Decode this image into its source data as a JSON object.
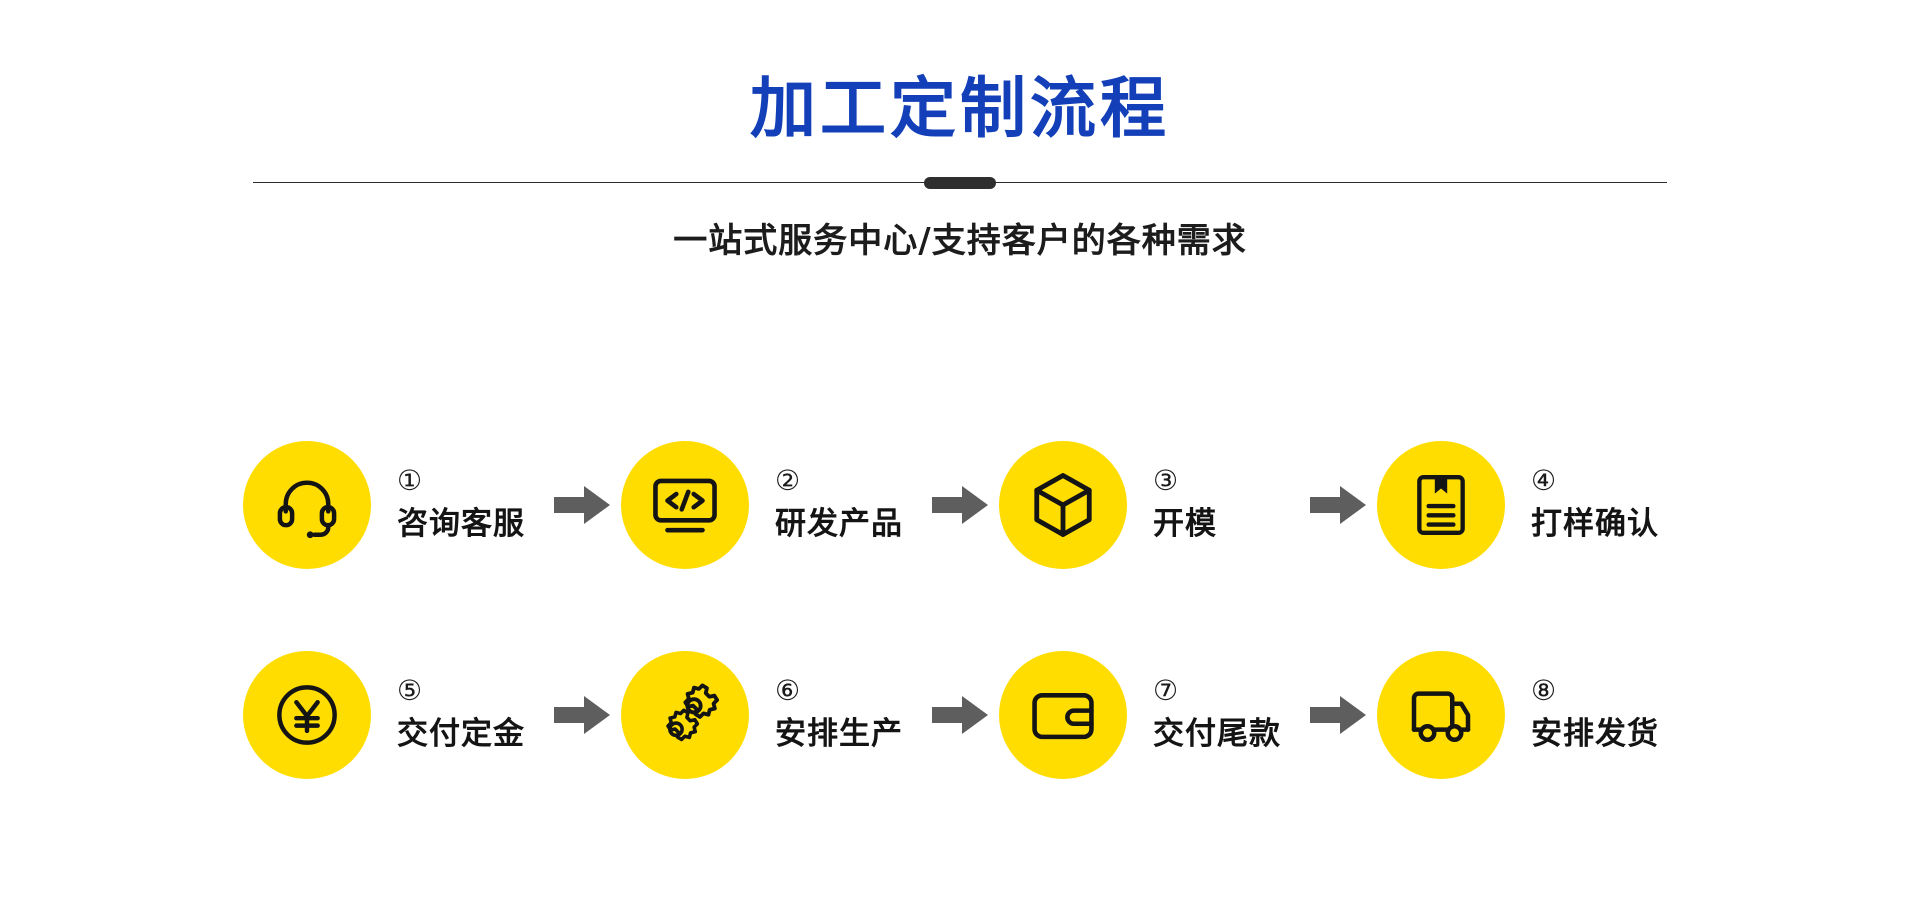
{
  "header": {
    "title": "加工定制流程",
    "subtitle": "一站式服务中心/支持客户的各种需求",
    "title_color": "#1340b8",
    "divider_color": "#2e2e2e"
  },
  "theme": {
    "badge_color": "#ffdd00",
    "icon_color": "#141414",
    "arrow_color": "#5e5e5e",
    "text_color": "#141414",
    "background": "#ffffff"
  },
  "flow": {
    "arrow_glyph": "arrow-right-icon",
    "rows": [
      {
        "steps": [
          {
            "num": "①",
            "label": "咨询客服",
            "icon": "headset-icon"
          },
          {
            "num": "②",
            "label": "研发产品",
            "icon": "code-monitor-icon"
          },
          {
            "num": "③",
            "label": "开模",
            "icon": "cube-icon"
          },
          {
            "num": "④",
            "label": "打样确认",
            "icon": "document-bookmark-icon"
          }
        ]
      },
      {
        "steps": [
          {
            "num": "⑤",
            "label": "交付定金",
            "icon": "yuan-coin-icon"
          },
          {
            "num": "⑥",
            "label": "安排生产",
            "icon": "gears-icon"
          },
          {
            "num": "⑦",
            "label": "交付尾款",
            "icon": "wallet-icon"
          },
          {
            "num": "⑧",
            "label": "安排发货",
            "icon": "delivery-truck-icon"
          }
        ]
      }
    ]
  }
}
